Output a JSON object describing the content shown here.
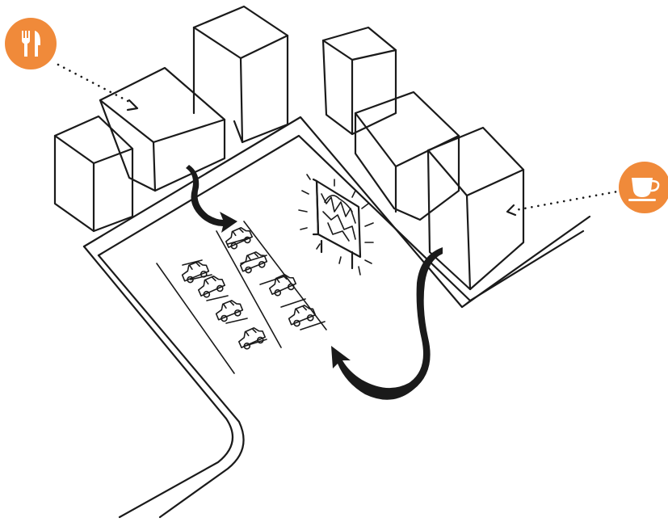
{
  "colors": {
    "badge_fill": "#F08A3A",
    "ink": "#1a1a1a",
    "background": "#ffffff"
  },
  "badges": [
    {
      "id": "restaurant",
      "icon": "fork-knife-icon"
    },
    {
      "id": "cafe",
      "icon": "coffee-cup-icon"
    }
  ],
  "scene": {
    "buildings": 6,
    "parked_cars": 8,
    "screen_count": 1,
    "entry_arrows": 2
  }
}
